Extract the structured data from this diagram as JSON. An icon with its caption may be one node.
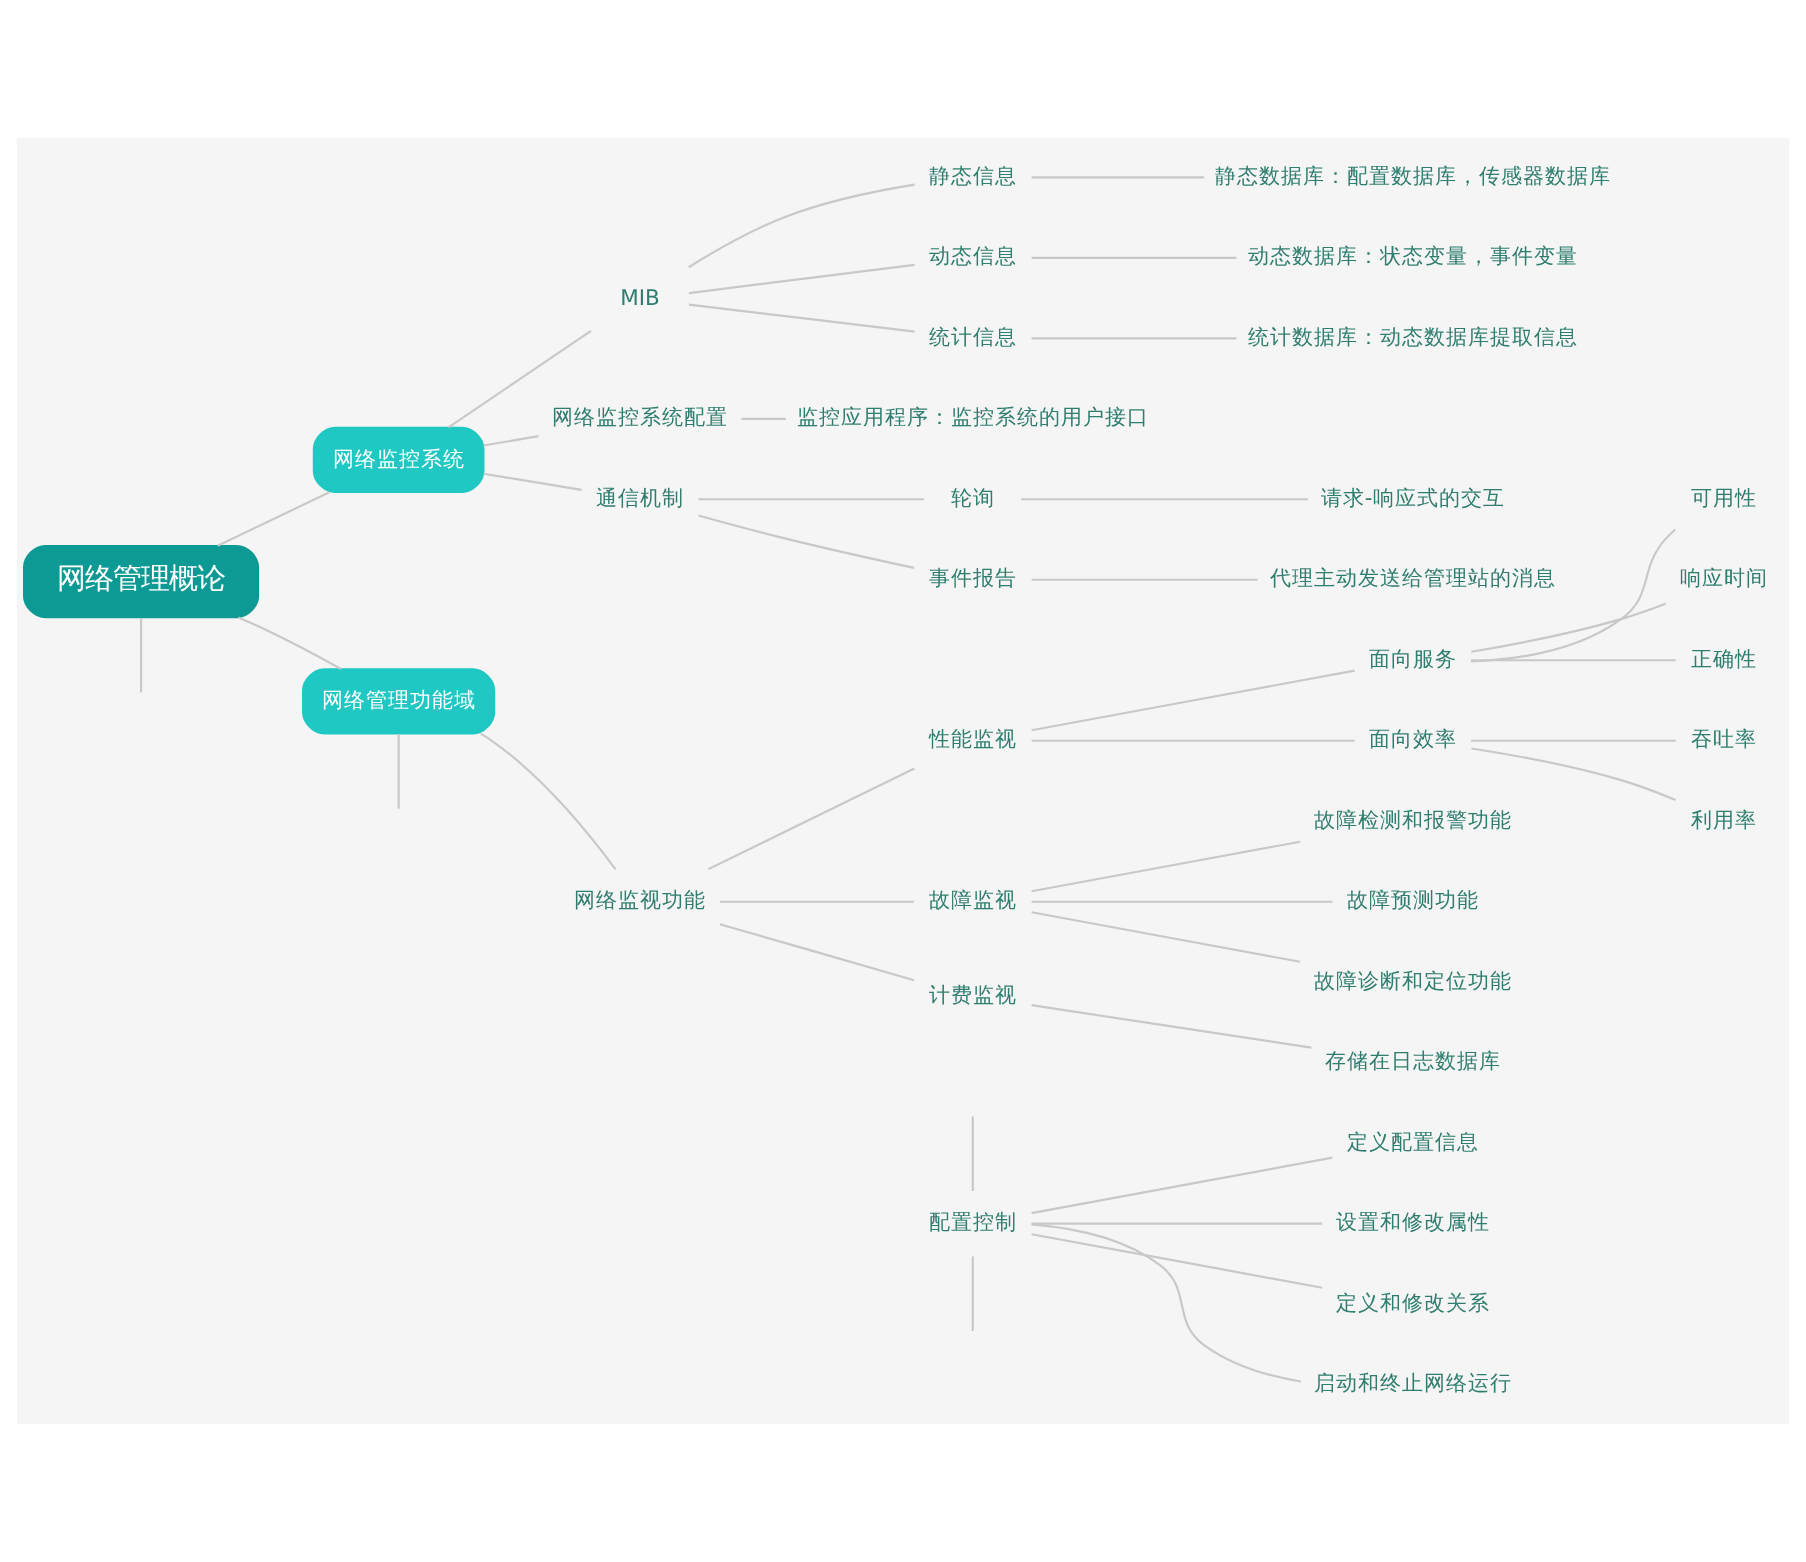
{
  "diagram": {
    "nodes": [
      {
        "text": [
          "网络管理概论"
        ]
      },
      {
        "text": [
          "网络监控系统"
        ]
      },
      {
        "text": [
          "MIB"
        ]
      },
      {
        "text": [
          "静态信息"
        ]
      },
      {
        "text": [
          "静态数据库：配置数据库，传感器数据库"
        ]
      },
      {
        "text": [
          "动态信息"
        ]
      },
      {
        "text": [
          "动态数据库：状态变量，事件变量"
        ]
      },
      {
        "text": [
          "统计信息"
        ]
      },
      {
        "text": [
          "统计数据库：动态数据库提取信息"
        ]
      },
      {
        "text": [
          "网络监控系统配置"
        ]
      },
      {
        "text": [
          "监控应用程序：监控系统的用户接口"
        ]
      },
      {
        "text": [
          "通信机制"
        ]
      },
      {
        "text": [
          "轮询"
        ]
      },
      {
        "text": [
          "请求-响应式的交互"
        ]
      },
      {
        "text": [
          "事件报告"
        ]
      },
      {
        "text": [
          "代理主动发送给管理站的消息"
        ]
      },
      {
        "text": [
          "网络管理功能域"
        ]
      },
      {
        "text": [
          "网络监视功能"
        ]
      },
      {
        "text": [
          "性能监视"
        ]
      },
      {
        "text": [
          "面向服务"
        ]
      },
      {
        "text": [
          "可用性"
        ]
      },
      {
        "text": [
          "响应时间"
        ]
      },
      {
        "text": [
          "正确性"
        ]
      },
      {
        "text": [
          "面向效率"
        ]
      },
      {
        "text": [
          "吞吐率"
        ]
      },
      {
        "text": [
          "利用率"
        ]
      },
      {
        "text": [
          "故障监视"
        ]
      },
      {
        "text": [
          "故障检测和报警功能"
        ]
      },
      {
        "text": [
          "故障预测功能"
        ]
      },
      {
        "text": [
          "故障诊断和定位功能"
        ]
      },
      {
        "text": [
          "计费监视"
        ]
      },
      {
        "text": [
          "存储在日志数据库"
        ]
      },
      {
        "text": [
          "配置控制"
        ]
      },
      {
        "text": [
          "定义配置信息"
        ]
      },
      {
        "text": [
          "设置和修改属性"
        ]
      },
      {
        "text": [
          "定义和修改关系"
        ]
      },
      {
        "text": [
          "启动和终止网络运行"
        ]
      }
    ],
    "edges": [
      {
        "from": 0,
        "to": null,
        "arrow": "none"
      },
      {
        "from": 0,
        "to": 1,
        "arrow": "none"
      },
      {
        "from": 1,
        "to": 2,
        "arrow": "none"
      },
      {
        "from": 2,
        "to": 3,
        "arrow": "none"
      },
      {
        "from": 3,
        "to": 4,
        "arrow": "none"
      },
      {
        "from": 2,
        "to": 5,
        "arrow": "none"
      },
      {
        "from": 5,
        "to": 6,
        "arrow": "none"
      },
      {
        "from": 2,
        "to": 7,
        "arrow": "none"
      },
      {
        "from": 7,
        "to": 8,
        "arrow": "none"
      },
      {
        "from": 1,
        "to": 9,
        "arrow": "none"
      },
      {
        "from": 9,
        "to": 10,
        "arrow": "none"
      },
      {
        "from": 1,
        "to": 11,
        "arrow": "none"
      },
      {
        "from": 11,
        "to": 12,
        "arrow": "none"
      },
      {
        "from": 12,
        "to": 13,
        "arrow": "none"
      },
      {
        "from": 11,
        "to": 14,
        "arrow": "none"
      },
      {
        "from": 14,
        "to": 15,
        "arrow": "none"
      },
      {
        "from": 0,
        "to": 16,
        "arrow": "none"
      },
      {
        "from": 16,
        "to": 17,
        "arrow": "none"
      },
      {
        "from": 17,
        "to": 18,
        "arrow": "none"
      },
      {
        "from": 18,
        "to": 19,
        "arrow": "none"
      },
      {
        "from": 19,
        "to": 20,
        "arrow": "none"
      },
      {
        "from": 19,
        "to": 21,
        "arrow": "none"
      },
      {
        "from": 19,
        "to": 22,
        "arrow": "none"
      },
      {
        "from": 18,
        "to": 23,
        "arrow": "none"
      },
      {
        "from": 23,
        "to": 24,
        "arrow": "none"
      },
      {
        "from": 23,
        "to": 25,
        "arrow": "none"
      },
      {
        "from": 17,
        "to": 26,
        "arrow": "none"
      },
      {
        "from": 26,
        "to": 27,
        "arrow": "none"
      },
      {
        "from": 26,
        "to": 28,
        "arrow": "none"
      },
      {
        "from": 26,
        "to": 29,
        "arrow": "none"
      },
      {
        "from": 17,
        "to": 30,
        "arrow": "none"
      },
      {
        "from": 30,
        "to": 31,
        "arrow": "none"
      },
      {
        "from": 16,
        "to": null,
        "arrow": "none"
      },
      {
        "from": null,
        "to": 32,
        "arrow": "none"
      },
      {
        "from": 32,
        "to": 33,
        "arrow": "none"
      },
      {
        "from": 32,
        "to": 34,
        "arrow": "none"
      },
      {
        "from": 32,
        "to": 35,
        "arrow": "none"
      },
      {
        "from": 32,
        "to": 36,
        "arrow": "none"
      },
      {
        "from": 32,
        "to": null,
        "arrow": "none"
      }
    ]
  }
}
